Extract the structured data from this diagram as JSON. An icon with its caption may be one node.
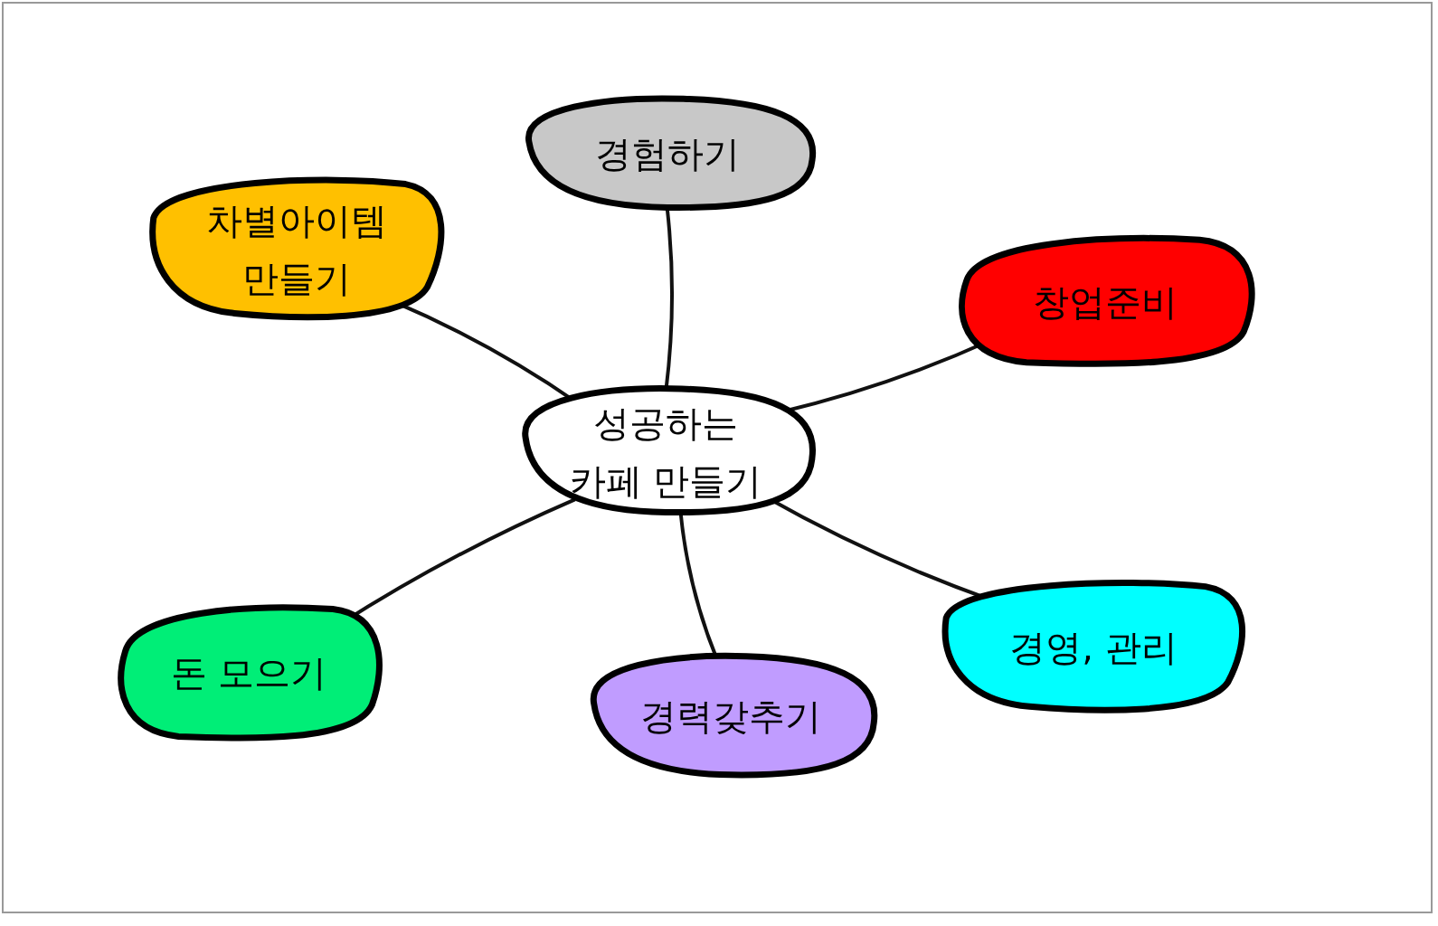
{
  "diagram": {
    "nodes": [
      {
        "text": [
          "경험하기"
        ]
      },
      {
        "text": [
          "차별아이템 만들기"
        ]
      },
      {
        "text": [
          "창업준비"
        ]
      },
      {
        "text": [
          "성공하는 카페 만들기"
        ]
      },
      {
        "text": [
          "경영, 관리"
        ]
      },
      {
        "text": [
          "돈 모으기"
        ]
      },
      {
        "text": [
          "경력갖추기"
        ]
      }
    ],
    "edges": [
      {
        "from": 3,
        "to": 0,
        "arrow": "none"
      },
      {
        "from": 3,
        "to": 1,
        "arrow": "none"
      },
      {
        "from": 3,
        "to": 2,
        "arrow": "none"
      },
      {
        "from": 3,
        "to": 4,
        "arrow": "none"
      },
      {
        "from": 3,
        "to": 5,
        "arrow": "none"
      },
      {
        "from": 3,
        "to": 6,
        "arrow": "none"
      }
    ]
  }
}
